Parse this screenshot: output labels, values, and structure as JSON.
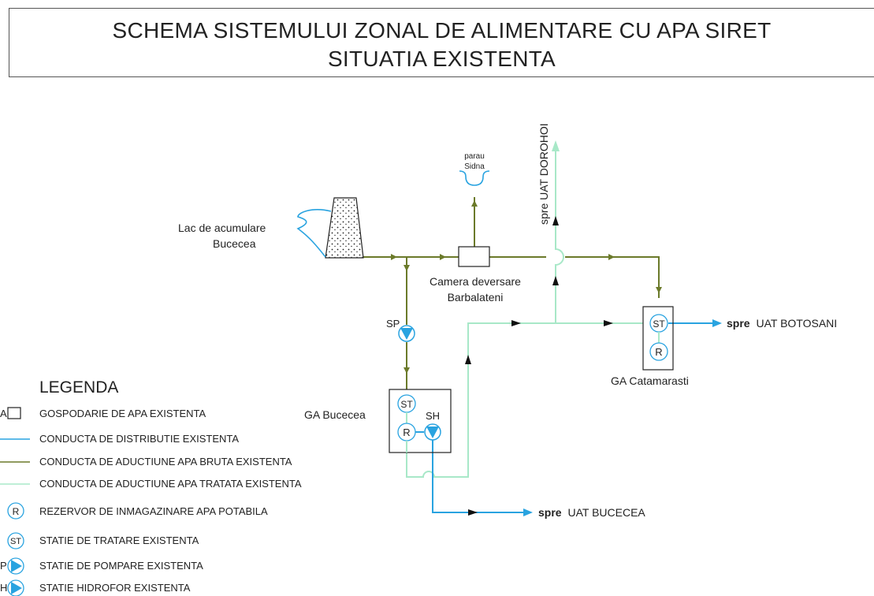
{
  "title": {
    "line1": "SCHEMA SISTEMULUI ZONAL DE ALIMENTARE CU APA SIRET",
    "line2": "SITUATIA EXISTENTA"
  },
  "colors": {
    "raw_water": "#6b7a2a",
    "treated_water": "#a8e8c8",
    "distribution": "#29a3e0",
    "outline": "#222222"
  },
  "nodes": {
    "lac_line1": "Lac de acumulare",
    "lac_line2": "Bucecea",
    "parau_line1": "parau",
    "parau_line2": "Sidna",
    "camera_line1": "Camera deversare",
    "camera_line2": "Barbalateni",
    "spre_dorohoi": "spre UAT DOROHOI",
    "sp_label": "SP",
    "ga_bucecea": "GA Bucecea",
    "sh_label": "SH",
    "st_symbol": "ST",
    "r_symbol": "R",
    "ga_catamarasti": "GA Catamarasti",
    "spre_word": "spre",
    "uat_botosani": "UAT BOTOSANI",
    "uat_bucecea": "UAT BUCECEA"
  },
  "legend": {
    "title": "LEGENDA",
    "ga_prefix": "A",
    "sp_prefix": "P",
    "sh_prefix": "H",
    "items": [
      "GOSPODARIE DE APA EXISTENTA",
      "CONDUCTA DE DISTRIBUTIE EXISTENTA",
      "CONDUCTA DE ADUCTIUNE APA BRUTA EXISTENTA",
      "CONDUCTA DE ADUCTIUNE APA TRATATA EXISTENTA",
      "REZERVOR DE INMAGAZINARE APA POTABILA",
      "STATIE DE TRATARE EXISTENTA",
      "STATIE DE POMPARE EXISTENTA",
      "STATIE HIDROFOR EXISTENTA"
    ]
  }
}
